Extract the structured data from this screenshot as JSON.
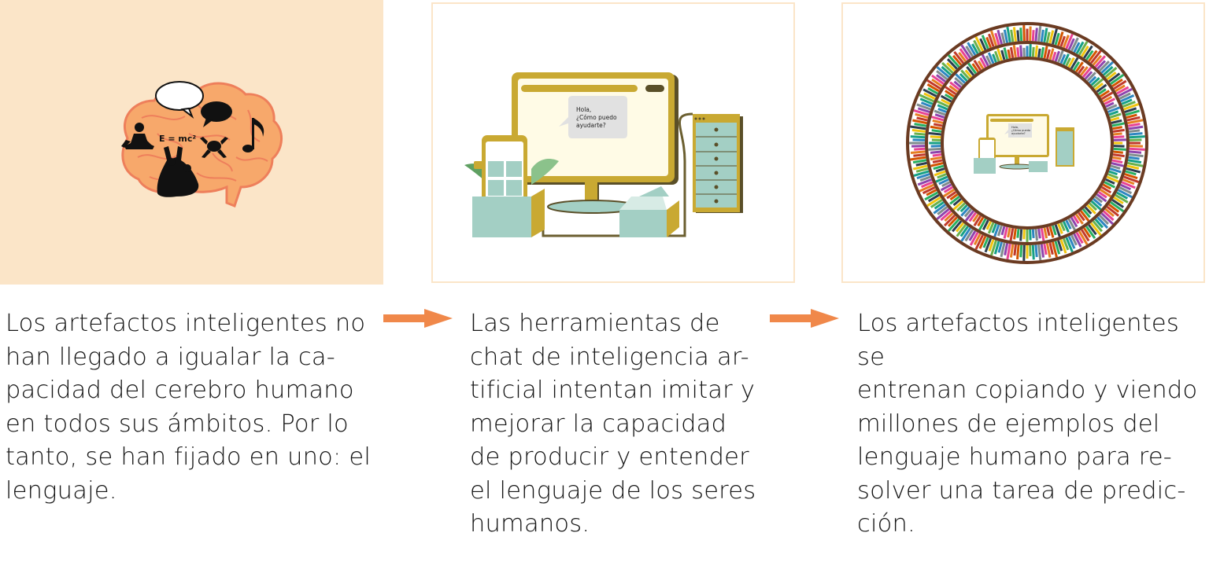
{
  "colors": {
    "panel_bg": "#fbe5c8",
    "arrow": "#f0884a",
    "brain": "#f7a86b",
    "monitor": "#c9a932",
    "teal": "#a3cfc4",
    "books_ring": "#6b3b22"
  },
  "illustrations": {
    "brain": {
      "formula": "E = mc²",
      "icons": [
        "meditation-silhouette-icon",
        "speech-bubble-icon",
        "music-note-icon",
        "frog-icon",
        "dancing-crowd-icon"
      ]
    },
    "computer": {
      "chat_text": "Hola,\n¿Cómo puedo\nayudarte?"
    },
    "books": {
      "chat_text": "Hola,\n¿Cómo puedo\nayudarte?"
    }
  },
  "steps": [
    {
      "text": "Los artefactos inteligentes no\nhan llegado a igualar la ca-\npacidad del cerebro humano\nen todos sus ámbitos. Por lo\ntanto, se han fijado en uno: el\nlenguaje."
    },
    {
      "text": "Las herramientas de\nchat de inteligencia ar-\ntificial intentan imitar y\nmejorar la capacidad\nde producir y entender\nel lenguaje de los seres\nhumanos."
    },
    {
      "text": "Los artefactos inteligentes se\nentrenan copiando y viendo\nmillones de ejemplos del\nlenguaje humano para re-\nsolver una tarea de predic-\nción."
    }
  ],
  "arrows": [
    "arrow-right-icon",
    "arrow-right-icon"
  ]
}
